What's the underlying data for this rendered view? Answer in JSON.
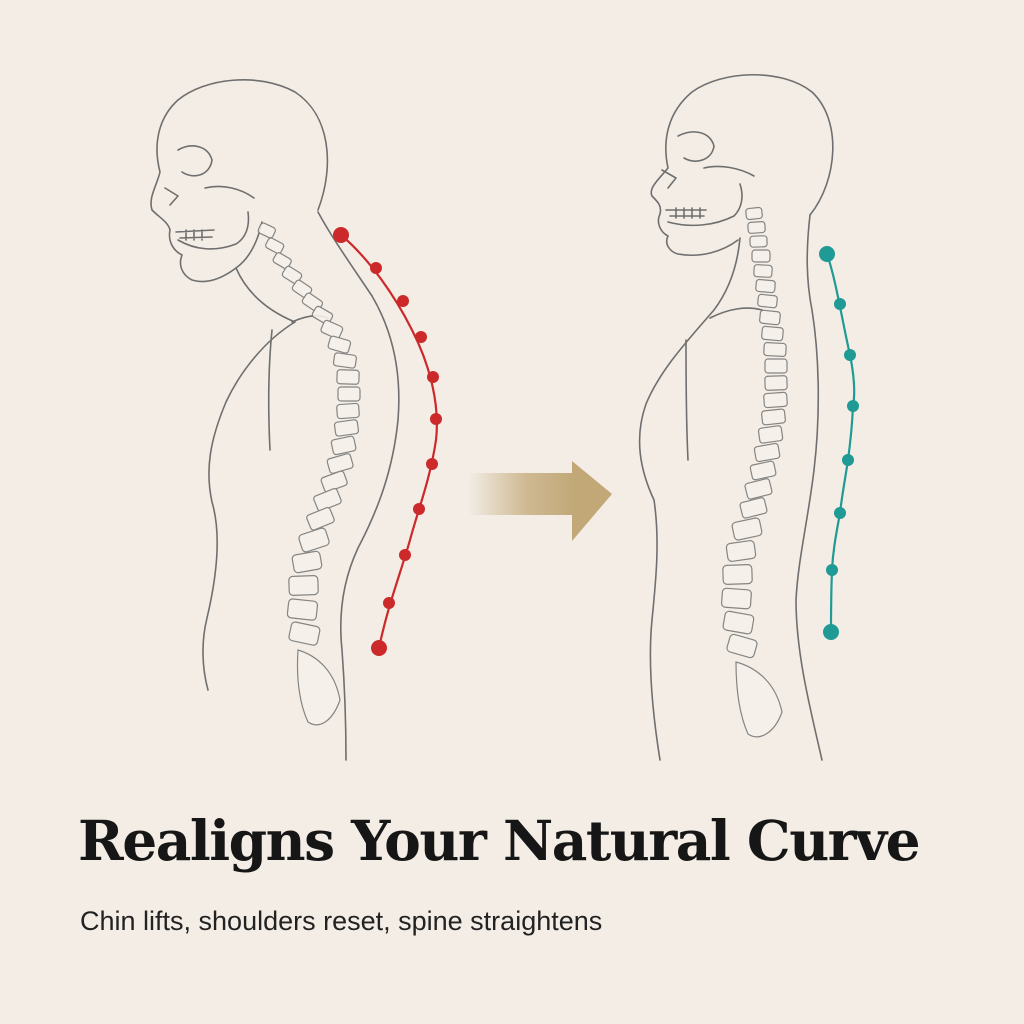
{
  "headline": "Realigns Your Natural Curve",
  "subheadline": "Chin lifts, shoulders reset, spine straightens",
  "colors": {
    "background": "#f3ede5",
    "outline": "#6f6f6f",
    "before_curve": "#cc2a2a",
    "after_curve": "#1f9a94",
    "arrow": "#c2a877",
    "text": "#161616"
  },
  "figures": {
    "before": {
      "posture": "forward-head",
      "curve_color": "before_curve",
      "marker_count": 11
    },
    "after": {
      "posture": "upright",
      "curve_color": "after_curve",
      "marker_count": 8
    }
  },
  "arrow_icon": "right-arrow-icon"
}
